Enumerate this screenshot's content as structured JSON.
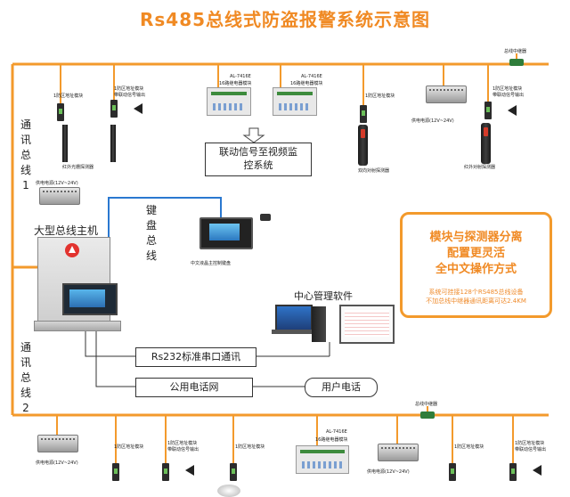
{
  "title": "Rs485总线式防盗报警系统示意图",
  "labels": {
    "bus_repeater_top": "总线中继器",
    "bus_repeater_bottom": "总线中继器",
    "comm_bus_1": "通讯总线1",
    "comm_bus_2": "通讯总线2",
    "keyboard_bus": "键盘总线",
    "host": "大型总线主机",
    "keyboard_caption": "中文液晶主控制键盘",
    "software": "中心管理软件"
  },
  "top_row": {
    "zone_module_1": "1防区地址模块",
    "zone_module_2": "1防区地址模块",
    "zone_module_2b": "带联动信号输出",
    "ir_beam": "红外光栅探测器",
    "al_board_1": "AL-7416E",
    "al_board_1b": "16路继电器模块",
    "al_board_2": "AL-7416E",
    "al_board_2b": "16路继电器模块",
    "zone_module_3": "1防区地址模块",
    "ir_detector": "双向对射探测器",
    "psu": "供电电源(12V~24V)",
    "zone_module_4": "1防区地址模块",
    "zone_module_4b": "带联动信号输出",
    "ir_beam_2": "红外对射探测器"
  },
  "psu_left": "供电电源(12V~24V)",
  "boxes": {
    "linkage": "联动信号至视频监控系统",
    "rs232": "Rs232标准串口通讯",
    "phone_net": "公用电话网",
    "user_phone": "用户电话"
  },
  "promo": {
    "line1": "模块与探测器分离",
    "line2": "配置更灵活",
    "line3": "全中文操作方式",
    "sub1": "系统可挂接128个RS485总线设备",
    "sub2": "不加总线中继器通讯距离可达2.4KM"
  },
  "bottom_row": {
    "psu_1": "供电电源(12V~24V)",
    "zone_module_1": "1防区地址模块",
    "zone_module_2": "1防区地址模块",
    "zone_module_2b": "带联动信号输出",
    "zone_module_3": "1防区地址模块",
    "al_board": "AL-7416E",
    "al_board_b": "16路继电器模块",
    "psu_2": "供电电源(12V~24V)",
    "zone_module_4": "1防区地址模块",
    "zone_module_5": "1防区地址模块",
    "zone_module_5b": "带联动信号输出"
  },
  "colors": {
    "bus": "#f39a2c",
    "keyboard_bus": "#2a78d0",
    "title": "#f08a24"
  }
}
